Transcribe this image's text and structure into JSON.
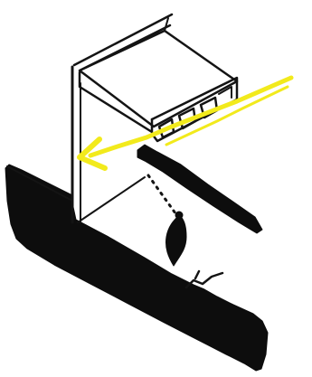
{
  "diagram": {
    "style": "hand-drawn axonometric sketch",
    "colors": {
      "ink": "#141414",
      "fill": "#0d0d0d",
      "arrow": "#f2ea1c",
      "background": "#ffffff"
    },
    "elements": [
      "roof-box",
      "vent-openings",
      "wall-panel",
      "horizontal-shelf",
      "ground-plane",
      "yellow-flow-arrow",
      "dotted-plumb-line",
      "plumb-bob",
      "small-fixture"
    ]
  }
}
